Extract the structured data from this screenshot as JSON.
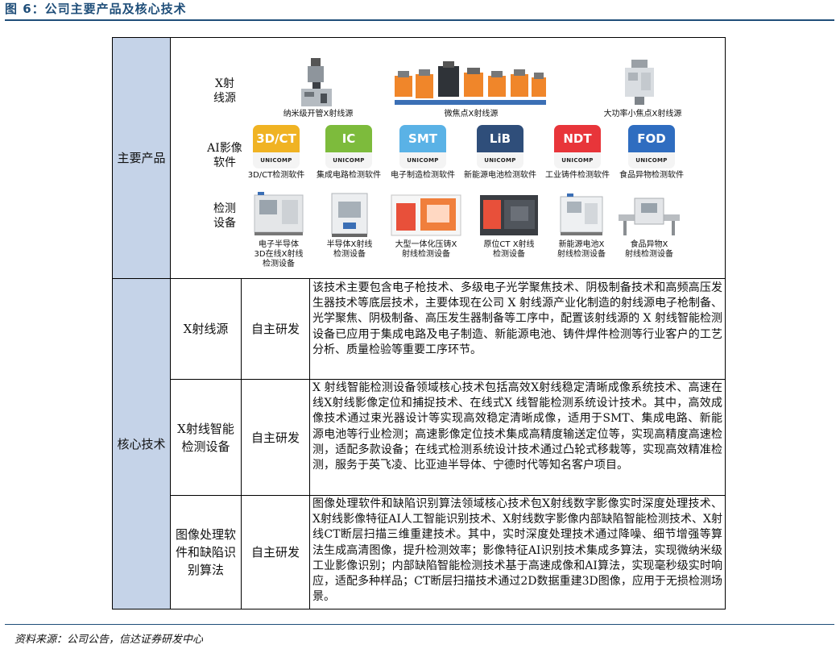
{
  "figure": {
    "title": "图 6：公司主要产品及核心技术",
    "source": "资料来源：公司公告，信达证券研发中心"
  },
  "section_products": {
    "label": "主要产品",
    "rows": {
      "xray": {
        "label": "X射\n线源",
        "captions": [
          "纳米级开管X射线源",
          "微焦点X射线源",
          "大功率小焦点X射线源"
        ]
      },
      "ai": {
        "label": "AI影像\n软件",
        "brand": "UNICOMP",
        "software": [
          {
            "badge": "3D/CT",
            "caption": "3D/CT检测软件",
            "color": "#f0b323"
          },
          {
            "badge": "IC",
            "caption": "集成电路检测软件",
            "color": "#7dbb3c"
          },
          {
            "badge": "SMT",
            "caption": "电子制造检测软件",
            "color": "#5ab2e6"
          },
          {
            "badge": "LiB",
            "caption": "新能源电池检测软件",
            "color": "#2f4e7a"
          },
          {
            "badge": "NDT",
            "caption": "工业铸件检测软件",
            "color": "#e8353a"
          },
          {
            "badge": "FOD",
            "caption": "食品异物检测软件",
            "color": "#2f6dc0"
          }
        ]
      },
      "equipment": {
        "label": "检测\n设备",
        "captions": [
          "电子半导体\n3D在线X射线\n检测设备",
          "半导体X射线\n检测设备",
          "大型一体化压铸X\n射线检测设备",
          "原位CT X射线\n检测设备",
          "新能源电池X\n射线检测设备",
          "食品异物X\n射线检测设备"
        ]
      }
    }
  },
  "section_tech": {
    "label": "核心技术",
    "rows": [
      {
        "name": "X射线源",
        "mode": "自主研发",
        "desc": "该技术主要包含电子枪技术、多级电子光学聚焦技术、阴极制备技术和高频高压发生器技术等底层技术，主要体现在公司 X 射线源产业化制造的射线源电子枪制备、光学聚焦、阴极制备、高压发生器制备等工序中，配置该射线源的 X 射线智能检测设备已应用于集成电路及电子制造、新能源电池、铸件焊件检测等行业客户的工艺分析、质量检验等重要工序环节。"
      },
      {
        "name": "X射线智能\n检测设备",
        "mode": "自主研发",
        "desc": "X 射线智能检测设备领域核心技术包括高效X射线稳定清晰成像系统技术、高速在线X射线影像定位和捕捉技术、在线式X 线智能检测系统设计技术。其中，高效成像技术通过束光器设计等实现高效稳定清晰成像，适用于SMT、集成电路、新能源电池等行业检测；高速影像定位技术集成高精度输送定位等，实现高精度高速检测，适配多款设备；在线式检测系统设计技术通过凸轮式移栽等，实现高效精准检测，服务于英飞凌、比亚迪半导体、宁德时代等知名客户项目。"
      },
      {
        "name": "图像处理软\n件和缺陷识\n别算法",
        "mode": "自主研发",
        "desc": "图像处理软件和缺陷识别算法领域核心技术包X射线数字影像实时深度处理技术、X射线影像特征AI人工智能识别技术、X射线数字影像内部缺陷智能检测技术、X射线CT断层扫描三维重建技术。其中，实时深度处理技术通过降噪、细节增强等算法生成高清图像，提升检测效率；影像特征AI识别技术集成多算法，实现微纳米级工业影像识别；内部缺陷智能检测技术基于高速成像和AI算法，实现毫秒级实时响应，适配多种样品；CT断层扫描技术通过2D数据重建3D图像，应用于无损检测场景。"
      }
    ]
  }
}
